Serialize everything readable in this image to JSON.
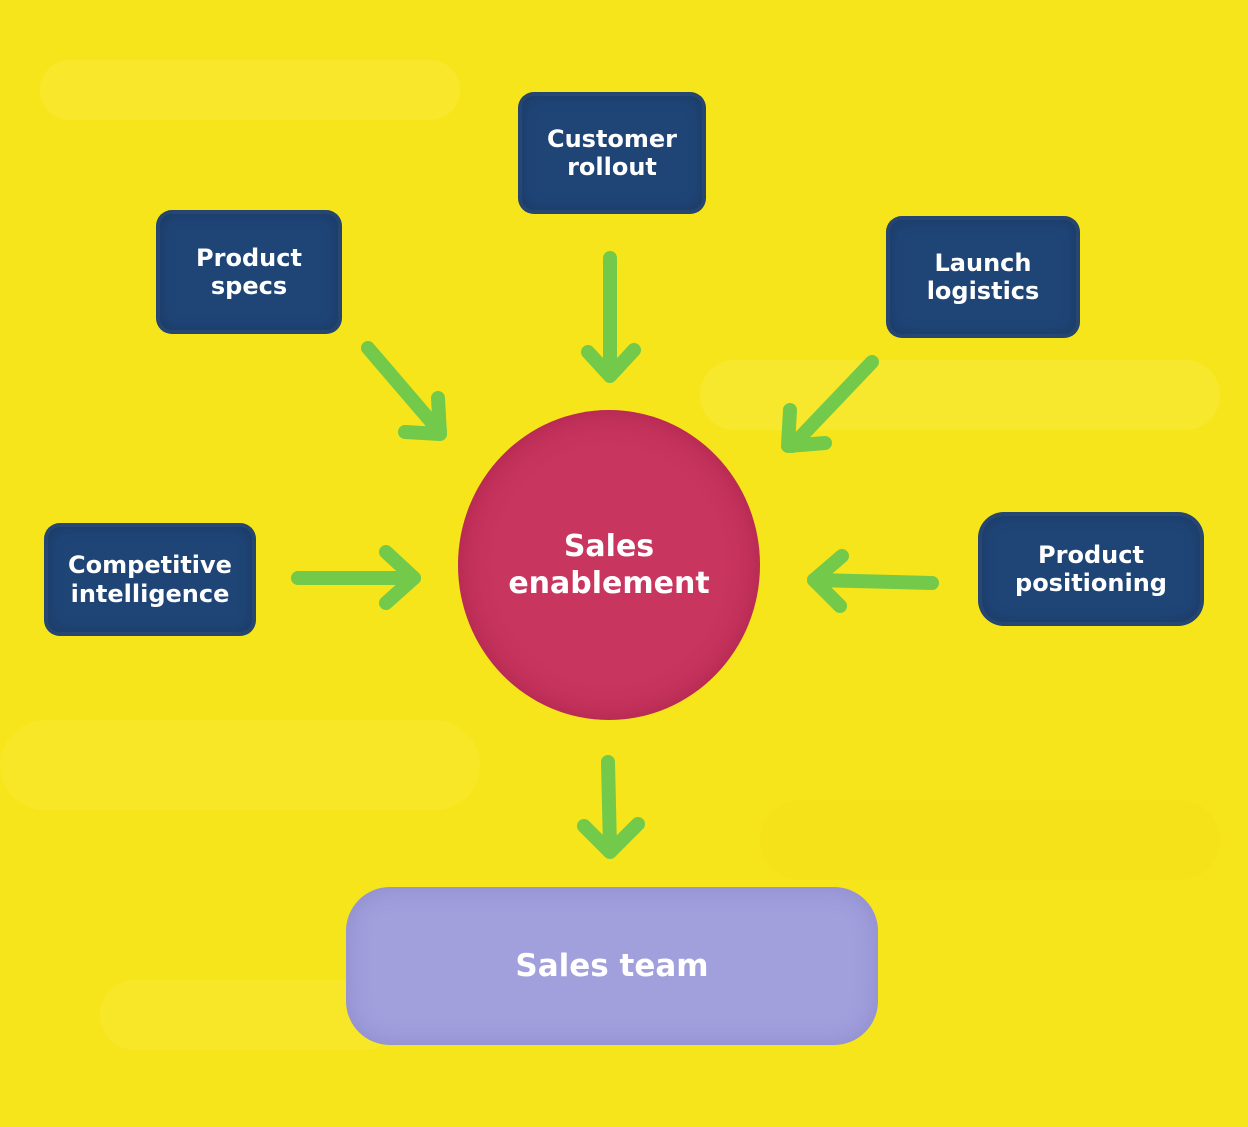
{
  "colors": {
    "background": "#f7e51c",
    "node": "#1f4577",
    "hub": "#c8355f",
    "output": "#a19fdc",
    "arrow": "#72c94a",
    "text": "#ffffff"
  },
  "diagram": {
    "inputs": [
      {
        "id": "customer-rollout",
        "line1": "Customer",
        "line2": "rollout"
      },
      {
        "id": "product-specs",
        "line1": "Product",
        "line2": "specs"
      },
      {
        "id": "launch-logistics",
        "line1": "Launch",
        "line2": "logistics"
      },
      {
        "id": "competitive-intelligence",
        "line1": "Competitive",
        "line2": "intelligence"
      },
      {
        "id": "product-positioning",
        "line1": "Product",
        "line2": "positioning"
      }
    ],
    "hub": {
      "line1": "Sales",
      "line2": "enablement"
    },
    "output": {
      "label": "Sales team"
    },
    "edges": [
      {
        "from": "customer-rollout",
        "to": "hub"
      },
      {
        "from": "product-specs",
        "to": "hub"
      },
      {
        "from": "launch-logistics",
        "to": "hub"
      },
      {
        "from": "competitive-intelligence",
        "to": "hub"
      },
      {
        "from": "product-positioning",
        "to": "hub"
      },
      {
        "from": "hub",
        "to": "output"
      }
    ]
  }
}
